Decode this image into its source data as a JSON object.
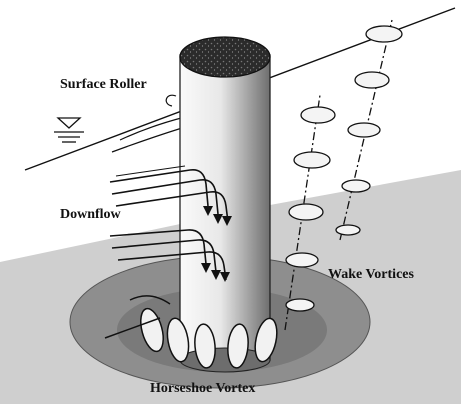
{
  "labels": {
    "surface_roller": "Surface Roller",
    "downflow": "Downflow",
    "wake_vortices": "Wake Vortices",
    "horseshoe_vortex": "Horseshoe Vortex"
  },
  "colors": {
    "bed": "#c9c9c9",
    "scour_hole": "#8a8a8a",
    "pile_light": "#f4f4f4",
    "pile_dark": "#7d7d7d",
    "pile_top": "#2b2b2b",
    "ink": "#111111"
  },
  "icons": [
    "water-level-symbol",
    "downflow-arrow",
    "horseshoe-vortex-coil",
    "wake-vortex-spiral"
  ]
}
